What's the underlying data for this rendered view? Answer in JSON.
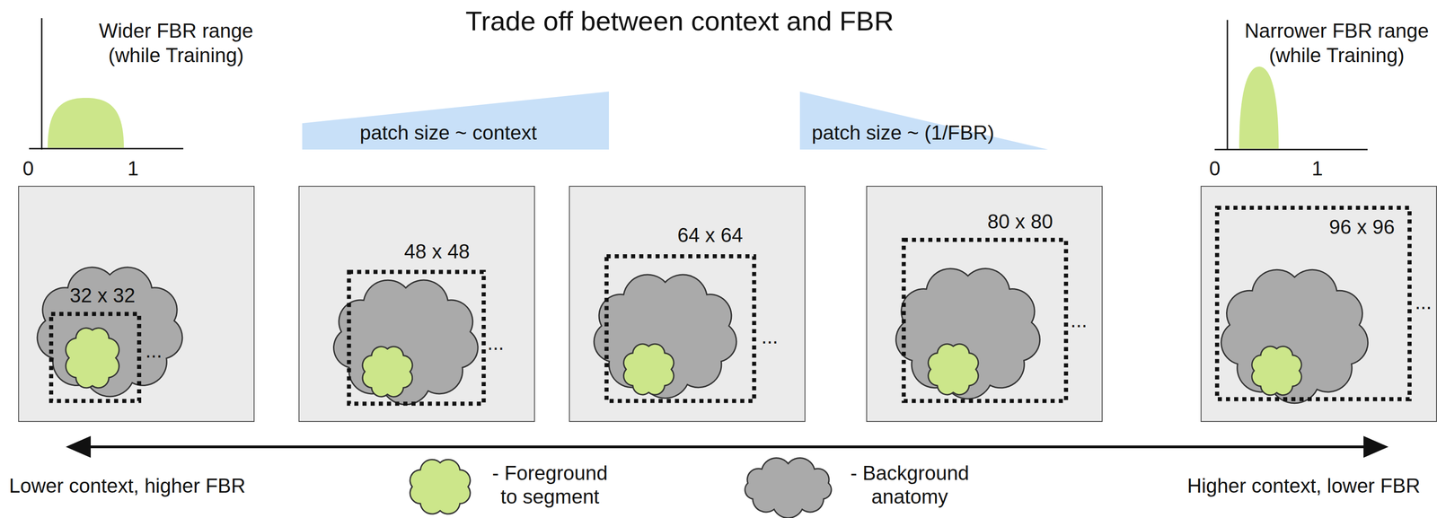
{
  "diagram": {
    "title": "Trade off between context and FBR",
    "nodes": [
      {
        "text": [
          "patch size ~ context"
        ]
      },
      {
        "text": [
          "patch size ~ (1/FBR)"
        ]
      },
      {
        "text": [
          "32 x 32",
          "..."
        ]
      },
      {
        "text": [
          "48 x 48",
          "..."
        ]
      },
      {
        "text": [
          "64 x 64",
          "..."
        ]
      },
      {
        "text": [
          "80 x 80",
          "..."
        ]
      },
      {
        "text": [
          "96 x 96",
          "..."
        ]
      }
    ],
    "labels": [
      "Wider FBR range (while Training)",
      "0",
      "1",
      "Narrower FBR range (while Training)",
      "0",
      "1",
      "Lower context, higher FBR",
      "Higher context, lower FBR"
    ],
    "legend": [
      {
        "text": "- Foreground to segment"
      },
      {
        "text": "- Background anatomy"
      }
    ]
  }
}
